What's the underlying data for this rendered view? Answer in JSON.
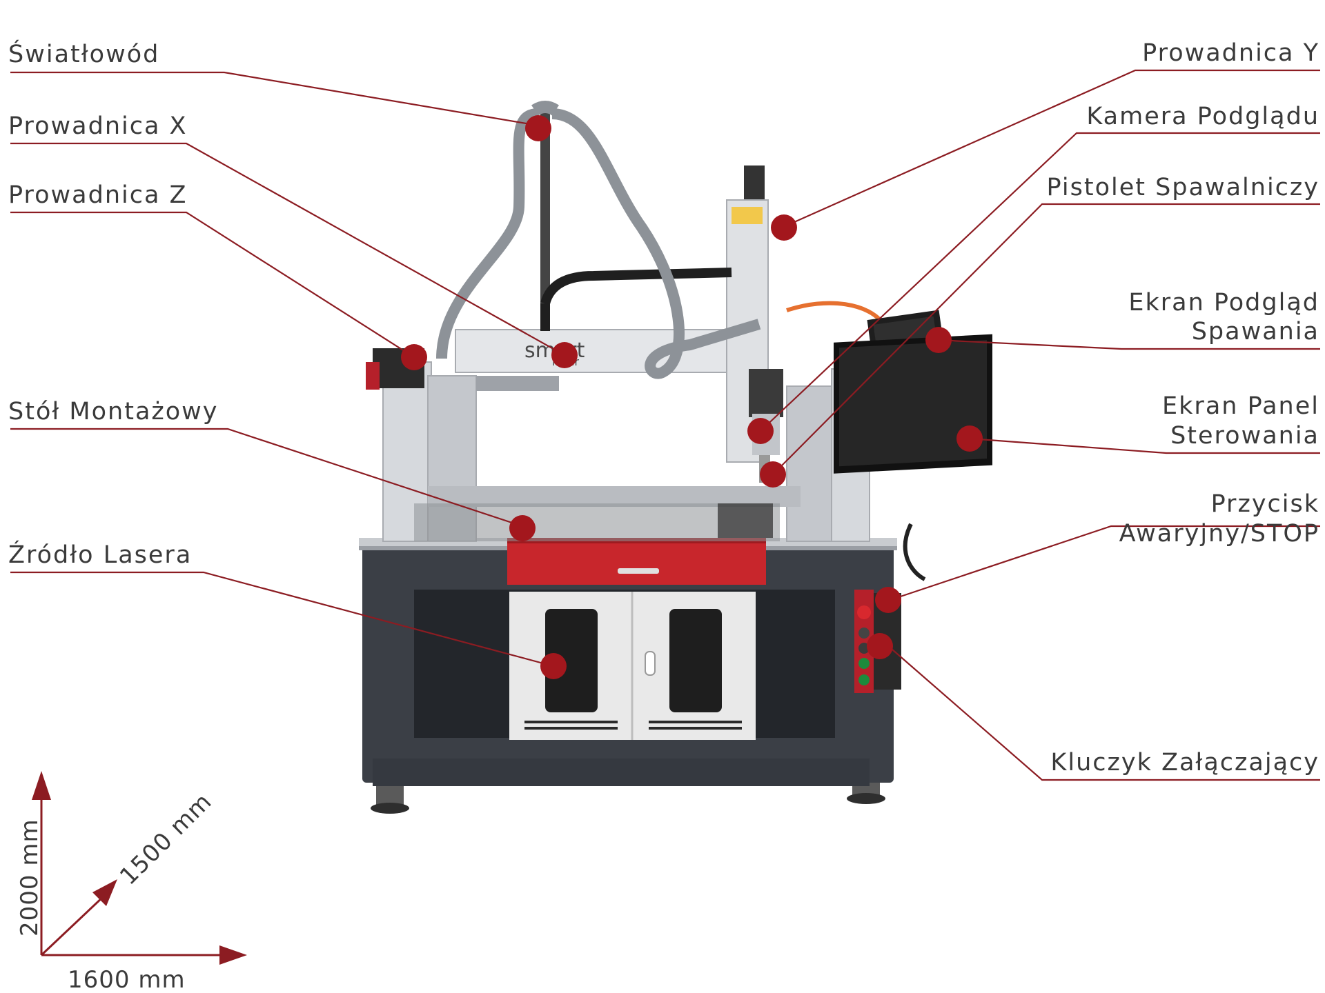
{
  "labels": {
    "swiatlowod": "Światłowód",
    "prowadnica_x": "Prowadnica X",
    "prowadnica_z": "Prowadnica Z",
    "stol": "Stół Montażowy",
    "zrodlo": "Źródło Lasera",
    "prowadnica_y": "Prowadnica Y",
    "kamera": "Kamera Podglądu",
    "pistolet": "Pistolet Spawalniczy",
    "ekran_podglad_1": "Ekran Podgląd",
    "ekran_podglad_2": "Spawania",
    "ekran_panel_1": "Ekran Panel",
    "ekran_panel_2": "Sterowania",
    "przycisk_1": "Przycisk",
    "przycisk_2": "Awaryjny/STOP",
    "kluczyk": "Kluczyk Załączający"
  },
  "dimensions": {
    "height": "2000 mm",
    "depth": "1500 mm",
    "width": "1600 mm"
  },
  "brand": {
    "name": "smart",
    "sub": "laser"
  },
  "colors": {
    "accent": "#a3171d",
    "line": "#8c1c22",
    "cabinet": "#3b3f46",
    "red_trim": "#c8262c",
    "door": "#e9e9e9"
  }
}
